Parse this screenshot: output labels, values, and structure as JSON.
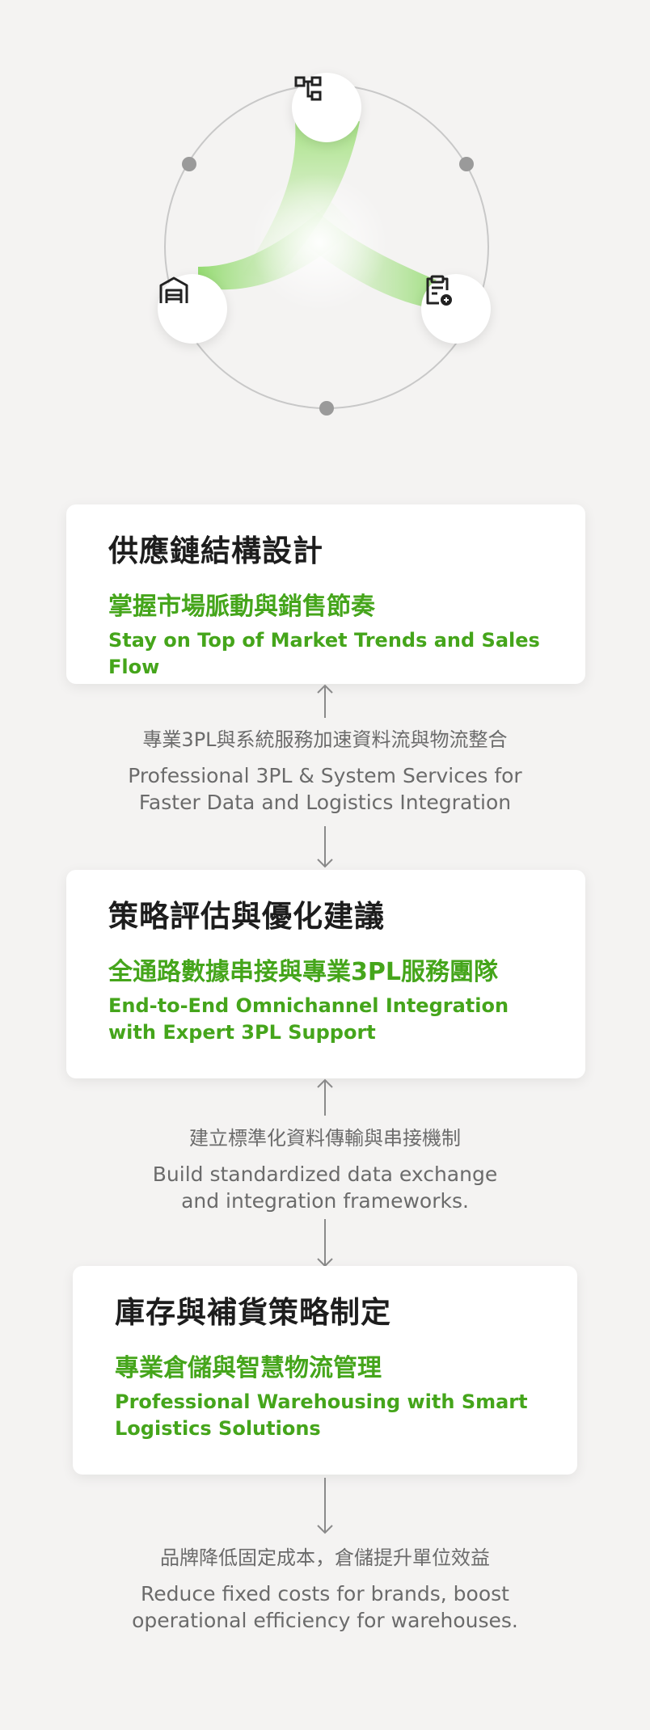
{
  "hero": {
    "icons": [
      "hierarchy-icon",
      "warehouse-icon",
      "clipboard-delivery-icon"
    ]
  },
  "cards": [
    {
      "title": "供應鏈結構設計",
      "subtitle_zh": "掌握市場脈動與銷售節奏",
      "subtitle_en": "Stay on Top of Market Trends and Sales Flow"
    },
    {
      "title": "策略評估與優化建議",
      "subtitle_zh": "全通路數據串接與專業3PL服務團隊",
      "subtitle_en": "End-to-End Omnichannel Integration with Expert 3PL Support"
    },
    {
      "title": "庫存與補貨策略制定",
      "subtitle_zh": "專業倉儲與智慧物流管理",
      "subtitle_en": "Professional Warehousing with Smart Logistics Solutions"
    }
  ],
  "connectors": [
    {
      "zh": "專業3PL與系統服務加速資料流與物流整合",
      "en": "Professional 3PL & System Services for\nFaster Data and Logistics Integration"
    },
    {
      "zh": "建立標準化資料傳輸與串接機制",
      "en": "Build standardized data exchange\nand integration frameworks."
    },
    {
      "zh": "品牌降低固定成本，倉儲提升單位效益",
      "en": "Reduce fixed costs for brands, boost\noperational efficiency for warehouses."
    }
  ],
  "colors": {
    "accent": "#45a51b",
    "background": "#f4f3f2",
    "text": "#1d1d1d",
    "muted": "#6b6b6b"
  }
}
